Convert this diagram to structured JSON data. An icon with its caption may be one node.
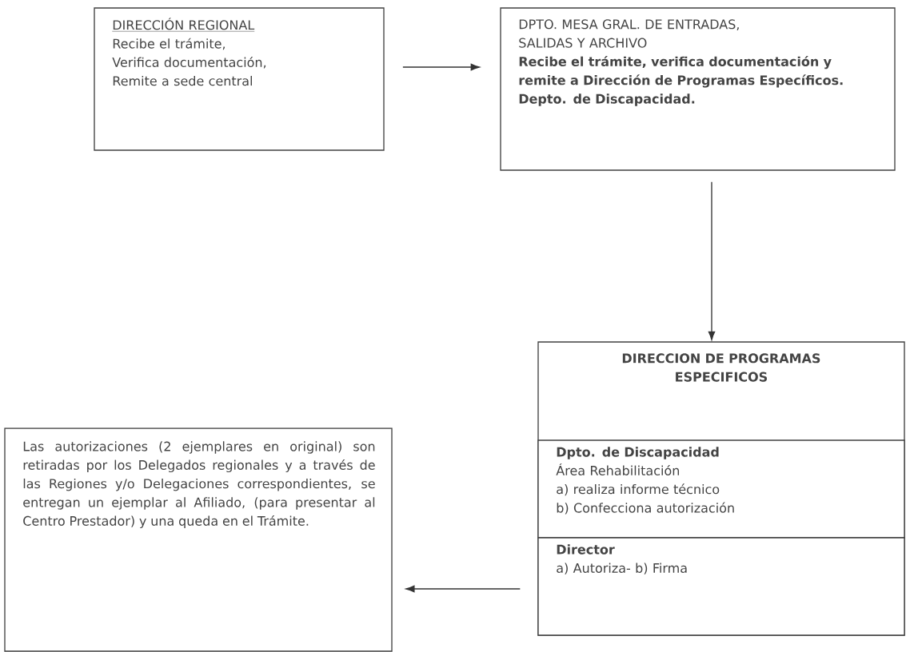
{
  "diagram": {
    "nodes": [
      {
        "text": [
          "DIRECCIÓN REGIONAL",
          "Recibe el trámite,",
          "Verifica documentación,",
          "Remite a sede central"
        ]
      },
      {
        "text": [
          "DPTO. MESA GRAL. DE ENTRADAS, SALIDAS Y ARCHIVO",
          "Recibe el trámite, verifica documentación y remite a Dirección de Programas Específicos. Depto. de Discapacidad."
        ]
      },
      {
        "text": [
          "DIRECCION DE PROGRAMAS ESPECIFICOS"
        ]
      },
      {
        "text": [
          "Dpto. de Discapacidad",
          "Área Rehabilitación",
          "a) realiza informe técnico",
          "b) Confecciona autorización"
        ],
        "in": 2
      },
      {
        "text": [
          "Director",
          "a) Autoriza- b) Firma"
        ],
        "in": 2
      },
      {
        "text": [
          "Las autorizaciones (2 ejemplares en original) son retiradas por los Delegados regionales y a través de las Regiones y/o Delegaciones correspondientes, se entregan un ejemplar al Afiliado, (para presentar al Centro Prestador) y una queda en el Trámite."
        ]
      }
    ],
    "edges": [
      {
        "from": 0,
        "to": 1,
        "arrow": "to"
      },
      {
        "from": 1,
        "to": 2,
        "arrow": "to"
      },
      {
        "from": 4,
        "to": 5,
        "arrow": "to"
      }
    ]
  }
}
